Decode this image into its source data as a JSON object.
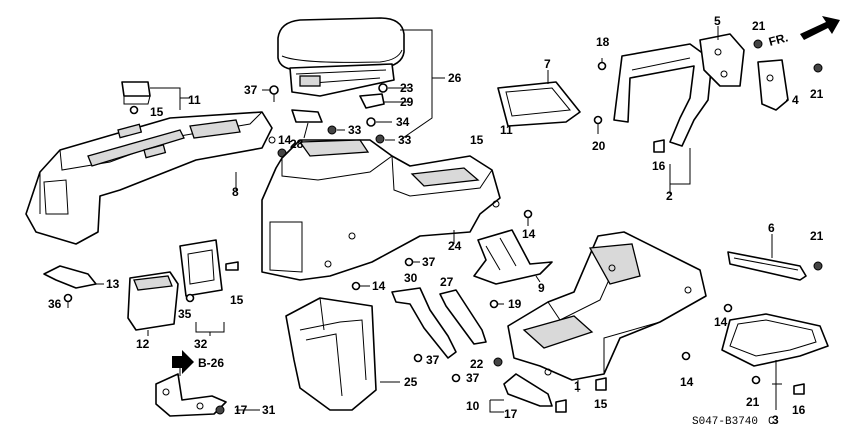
{
  "diagram_code": "S047-B3740",
  "diagram_suffix": "C",
  "direction_label": "FR.",
  "reference_label": "B-26",
  "callouts": {
    "c1": "1",
    "c2": "2",
    "c3": "3",
    "c4": "4",
    "c5": "5",
    "c6": "6",
    "c7": "7",
    "c8": "8",
    "c9": "9",
    "c10": "10",
    "c11a": "11",
    "c11b": "11",
    "c12": "12",
    "c13": "13",
    "c14a": "14",
    "c14b": "14",
    "c14c": "14",
    "c14d": "14",
    "c14e": "14",
    "c15a": "15",
    "c15b": "15",
    "c15c": "15",
    "c15d": "15",
    "c16a": "16",
    "c16b": "16",
    "c17a": "17",
    "c17b": "17",
    "c18": "18",
    "c19": "19",
    "c20": "20",
    "c21a": "21",
    "c21b": "21",
    "c21c": "21",
    "c21d": "21",
    "c22": "22",
    "c23": "23",
    "c24": "24",
    "c25": "25",
    "c26": "26",
    "c27": "27",
    "c28": "28",
    "c29": "29",
    "c30": "30",
    "c31": "31",
    "c32": "32",
    "c33a": "33",
    "c33b": "33",
    "c34": "34",
    "c35": "35",
    "c36": "36",
    "c37a": "37",
    "c37b": "37",
    "c37c": "37",
    "c37d": "37"
  }
}
